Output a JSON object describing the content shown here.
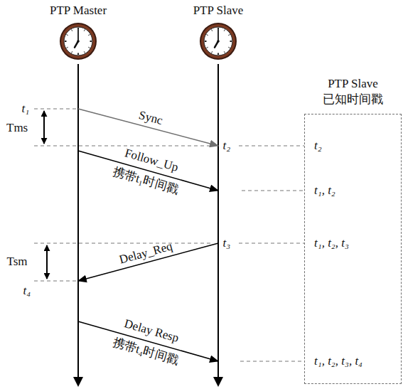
{
  "diagram": {
    "nodes": [
      {
        "text": [
          "PTP Master"
        ]
      },
      {
        "text": [
          "PTP Slave"
        ]
      },
      {
        "text": [
          "PTP Slave 已知时间戳",
          "t₂",
          "t₁, t₂",
          "t₁, t₂, t₃",
          "t₁, t₂, t₃, t₄"
        ]
      }
    ],
    "edges": [
      {
        "from": 0,
        "to": 1,
        "arrow": "to",
        "label": "Sync"
      },
      {
        "from": 0,
        "to": 1,
        "arrow": "to",
        "label": "Follow_Up 携带t₁时间戳"
      },
      {
        "from": 1,
        "to": 0,
        "arrow": "to",
        "label": "Delay_Req"
      },
      {
        "from": 0,
        "to": 1,
        "arrow": "to",
        "label": "Delay Resp 携带t₄时间戳"
      }
    ],
    "labels": [
      "t₁",
      "Tms",
      "t₂",
      "t₃",
      "Tsm",
      "t₄"
    ]
  }
}
